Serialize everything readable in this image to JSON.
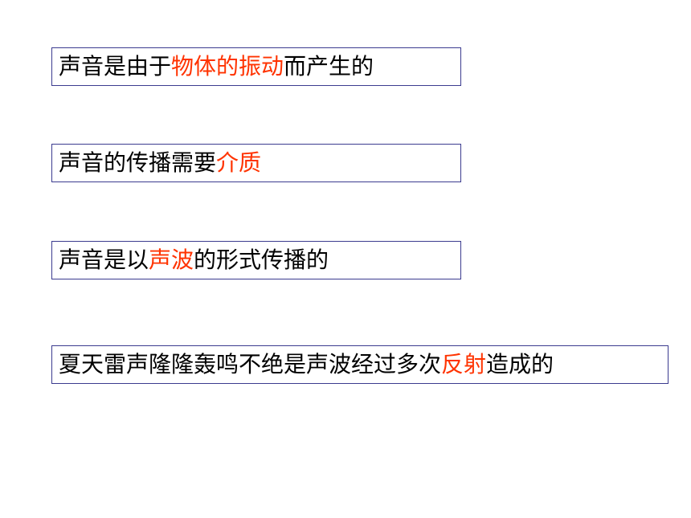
{
  "statements": [
    {
      "before": "声音是由于",
      "highlight": "物体的振动",
      "after": "而产生的"
    },
    {
      "before": "声音的传播需要",
      "highlight": "介质",
      "after": ""
    },
    {
      "before": "声音是以",
      "highlight": "声波",
      "after": "的形式传播的"
    },
    {
      "before": "夏天雷声隆隆轰鸣不绝是声波经过多次",
      "highlight": "反射",
      "after": "造成的"
    }
  ],
  "colors": {
    "text": "#000000",
    "highlight": "#ff3300",
    "border": "#3b3b8f"
  }
}
